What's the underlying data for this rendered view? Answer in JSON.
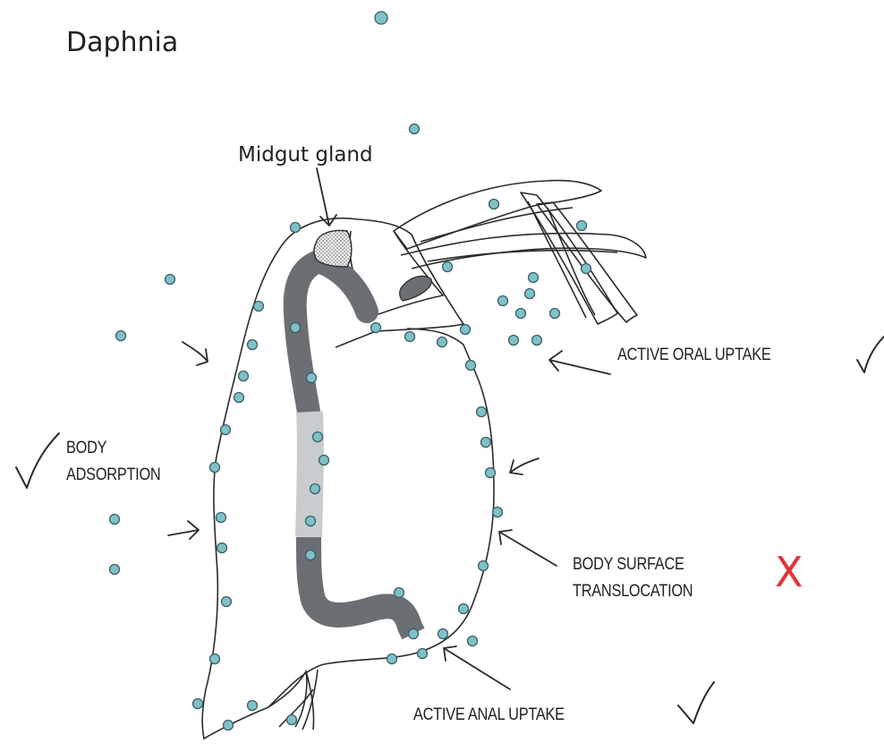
{
  "title": "Daphnia",
  "labels": {
    "midgut_gland": "Midgut gland",
    "active_oral_uptake": "ACTIVE ORAL UPTAKE",
    "body_adsorption_line1": "BODY",
    "body_adsorption_line2": "ADSORPTION",
    "body_surface_line1": "BODY SURFACE",
    "body_surface_line2": "TRANSLOCATION",
    "active_anal_uptake": "ACTIVE ANAL UPTAKE",
    "x_mark": "X"
  },
  "status": {
    "active_oral_uptake": "check",
    "body_adsorption": "check",
    "body_surface_translocation": "cross",
    "active_anal_uptake": "check"
  },
  "colors": {
    "particle_fill": "#7fc1c9",
    "particle_stroke": "#3d5f66",
    "gut_dark": "#6b6f73",
    "gut_light": "#c9ccce",
    "outline": "#2b2b2b",
    "cross": "#e0343a"
  }
}
